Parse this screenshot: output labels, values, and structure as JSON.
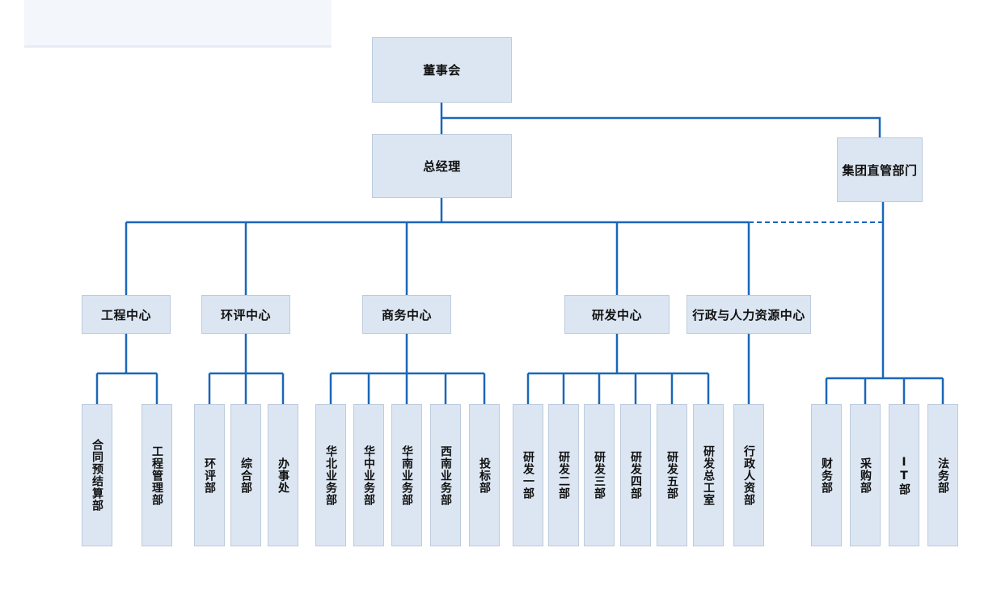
{
  "diagram": {
    "colors": {
      "connector": "#1a67b8",
      "node_fill": "#dce6f2",
      "node_border": "#bccbdd"
    },
    "nodes": {
      "board": "董事会",
      "gm": "总经理",
      "group_direct": "集团直管部门",
      "eng_center": "工程中心",
      "eia_center": "环评中心",
      "biz_center": "商务中心",
      "rd_center": "研发中心",
      "admin_hr_center": "行政与人力资源中心",
      "contract_budget": "合同预结算部",
      "eng_mgmt": "工程管理部",
      "eia_dept": "环评部",
      "general_dept": "综合部",
      "office": "办事处",
      "north_china": "华北业务部",
      "central_china": "华中业务部",
      "south_china": "华南业务部",
      "southwest": "西南业务部",
      "bidding": "投标部",
      "rd1": "研发一部",
      "rd2": "研发二部",
      "rd3": "研发三部",
      "rd4": "研发四部",
      "rd5": "研发五部",
      "rd_chief_eng": "研发总工室",
      "admin_hr": "行政人资部",
      "finance": "财务部",
      "purchasing": "采购部",
      "it": "IT部",
      "legal": "法务部"
    }
  }
}
